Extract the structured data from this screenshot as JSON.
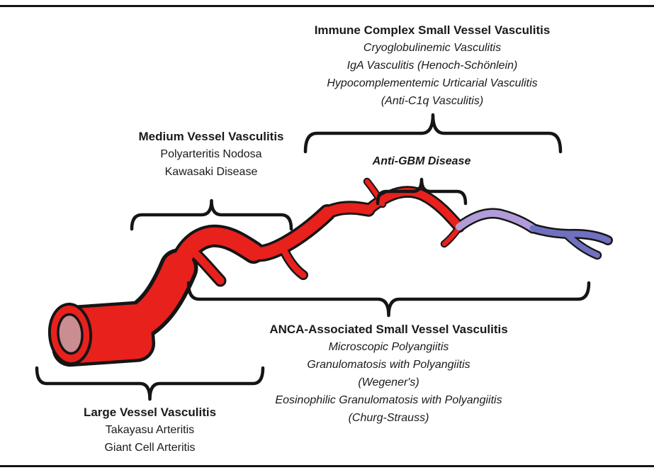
{
  "figure": {
    "immune_complex": {
      "title": "Immune Complex  Small Vessel Vasculitis",
      "items": [
        "Cryoglobulinemic Vasculitis",
        "IgA Vasculitis (Henoch-Schönlein)",
        "Hypocomplementemic Urticarial Vasculitis",
        "(Anti-C1q Vasculitis)"
      ]
    },
    "medium_vessel": {
      "title": "Medium Vessel Vasculitis",
      "items": [
        "Polyarteritis Nodosa",
        "Kawasaki Disease"
      ]
    },
    "anti_gbm": {
      "title": "Anti-GBM Disease"
    },
    "anca": {
      "title": "ANCA-Associated Small Vessel Vasculitis",
      "items": [
        "Microscopic Polyangiitis",
        "Granulomatosis with Polyangiitis",
        "(Wegener's)",
        "Eosinophilic Granulomatosis with Polyangiitis",
        "(Churg-Strauss)"
      ]
    },
    "large_vessel": {
      "title": "Large Vessel Vasculitis",
      "items": [
        "Takayasu Arteritis",
        "Giant Cell Arteritis"
      ]
    },
    "colors": {
      "vessel_red": "#e8211d",
      "vessel_purple": "#b19cd9",
      "vessel_blue": "#7070c0",
      "lumen_pink": "#ca8d92",
      "outline": "#151515"
    }
  }
}
